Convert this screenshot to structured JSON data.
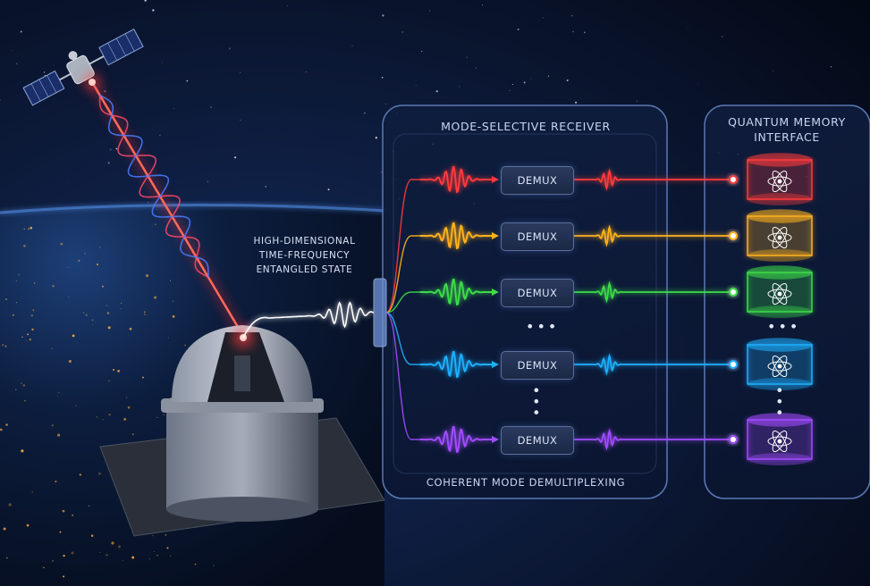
{
  "labels": {
    "receiver_title": "MODE-SELECTIVE RECEIVER",
    "memory_title_line1": "QUANTUM MEMORY",
    "memory_title_line2": "INTERFACE",
    "state_line1": "HIGH-DIMENSIONAL",
    "state_line2": "TIME-FREQUENCY",
    "state_line3": "ENTANGLED STATE",
    "receiver_footer": "COHERENT MODE DEMULTIPLEXING"
  },
  "channels": [
    {
      "label": "DEMUX",
      "color": "#ff3b3b"
    },
    {
      "label": "DEMUX",
      "color": "#ffb21f"
    },
    {
      "label": "DEMUX",
      "color": "#3ddc4a"
    },
    {
      "label": "DEMUX",
      "color": "#1fb0ff"
    },
    {
      "label": "DEMUX",
      "color": "#a24cff"
    }
  ],
  "ellipsis": "•••",
  "colors": {
    "background": "#050b1c",
    "panel_border": "#5a78b4",
    "laser": "#ff3a3a",
    "earth_lights": "#ffb347"
  },
  "icons": [
    "satellite-icon",
    "observatory-dome-icon",
    "atom-icon",
    "laser-beam"
  ]
}
